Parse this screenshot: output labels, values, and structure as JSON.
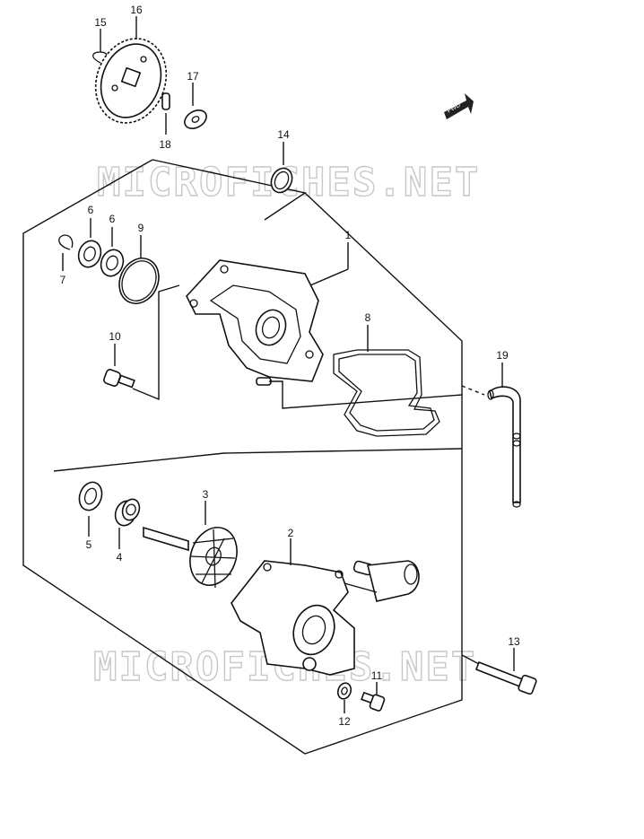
{
  "watermark_text": "MICROFICHES.NET",
  "fwd_arrow_label": "FWD",
  "callouts": {
    "c1": "1",
    "c2": "2",
    "c3": "3",
    "c4": "4",
    "c5": "5",
    "c6a": "6",
    "c6b": "6",
    "c7": "7",
    "c8": "8",
    "c9": "9",
    "c10": "10",
    "c11": "11",
    "c12": "12",
    "c13": "13",
    "c14": "14",
    "c15": "15",
    "c16": "16",
    "c17": "17",
    "c18": "18",
    "c19": "19"
  }
}
